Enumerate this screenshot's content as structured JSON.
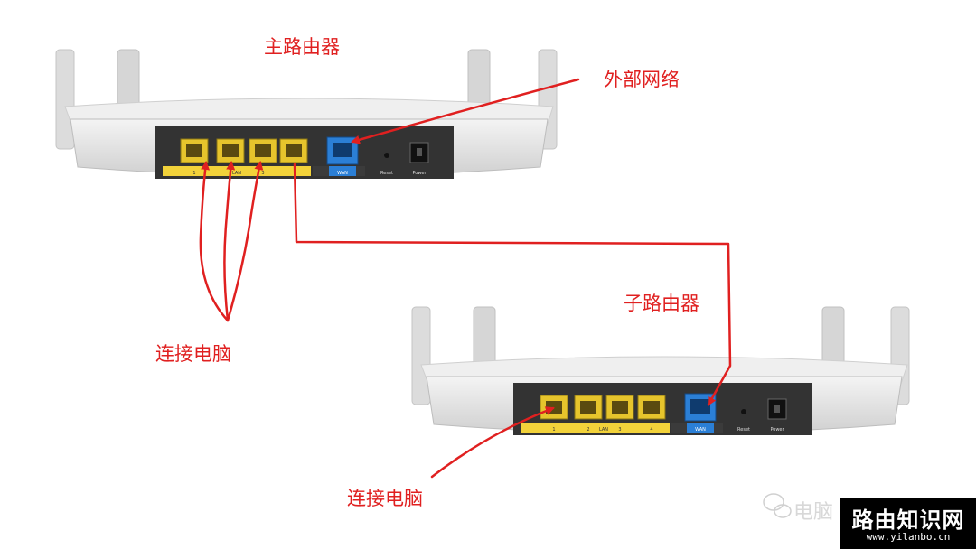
{
  "labels": {
    "main_router": "主路由器",
    "external_network": "外部网络",
    "connect_pc_left": "连接电脑",
    "sub_router": "子路由器",
    "connect_pc_bottom": "连接电脑"
  },
  "router_ports": {
    "lan_numbers": [
      "1",
      "2",
      "3",
      "4"
    ],
    "lan_label": "LAN",
    "wan_label": "WAN",
    "reset_label": "Reset",
    "power_label": "Power"
  },
  "watermark": {
    "text": "电脑",
    "brand_name": "路由知识网",
    "brand_url": "www.yilanbo.cn"
  },
  "colors": {
    "annotation": "#e02020",
    "lan_port": "#f2d23a",
    "wan_port": "#2b7fd6"
  }
}
